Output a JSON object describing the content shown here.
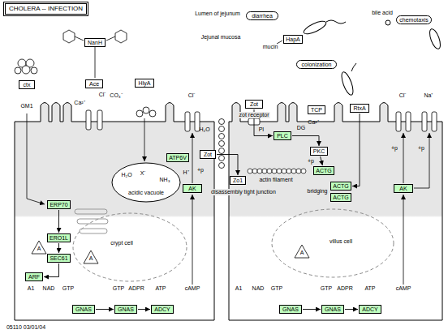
{
  "diagram": {
    "title": "CHOLERA -- INFECTION",
    "nodes": [
      {
        "text": [
          "NanH"
        ]
      },
      {
        "text": [
          "ctx"
        ]
      },
      {
        "text": [
          "Ace"
        ]
      },
      {
        "text": [
          "HlyA"
        ]
      },
      {
        "text": [
          "diarrhea"
        ]
      },
      {
        "text": [
          "HapA"
        ]
      },
      {
        "text": [
          "Zot"
        ]
      },
      {
        "text": [
          "colonization"
        ]
      },
      {
        "text": [
          "TCP"
        ]
      },
      {
        "text": [
          "RtxA"
        ]
      },
      {
        "text": [
          "chemotaxis"
        ]
      },
      {
        "text": [
          "AK"
        ]
      },
      {
        "text": [
          "ATP6V"
        ]
      },
      {
        "text": [
          "ERP70"
        ]
      },
      {
        "text": [
          "ERO1L"
        ]
      },
      {
        "text": [
          "SEC61"
        ]
      },
      {
        "text": [
          "ARF"
        ]
      },
      {
        "text": [
          "PLC"
        ]
      },
      {
        "text": [
          "PKC"
        ]
      },
      {
        "text": [
          "ACTG"
        ]
      },
      {
        "text": [
          "ACTG"
        ]
      },
      {
        "text": [
          "ACTG"
        ]
      },
      {
        "text": [
          "Zot"
        ]
      },
      {
        "text": [
          "Zo1"
        ]
      },
      {
        "text": [
          "AK"
        ]
      },
      {
        "text": [
          "GNAS"
        ]
      },
      {
        "text": [
          "GNAS"
        ]
      },
      {
        "text": [
          "ADCY"
        ]
      },
      {
        "text": [
          "GNAS"
        ]
      },
      {
        "text": [
          "GNAS"
        ]
      },
      {
        "text": [
          "ADCY"
        ]
      }
    ],
    "edges": [
      {
        "from": 25,
        "to": 26,
        "arrow": "to"
      },
      {
        "from": 26,
        "to": 27,
        "arrow": "to"
      },
      {
        "from": 28,
        "to": 29,
        "arrow": "to"
      },
      {
        "from": 29,
        "to": 30,
        "arrow": "to"
      },
      {
        "from": 14,
        "to": 15,
        "arrow": "to"
      },
      {
        "from": 15,
        "to": 16,
        "arrow": "to"
      },
      {
        "from": 6,
        "to": 17,
        "arrow": "to"
      },
      {
        "from": 17,
        "to": 18,
        "arrow": "to"
      },
      {
        "from": 18,
        "to": 19,
        "arrow": "to"
      },
      {
        "from": 9,
        "to": 20,
        "arrow": "to"
      },
      {
        "from": 22,
        "to": 23,
        "arrow": "to"
      },
      {
        "from": 13,
        "to": 14,
        "arrow": "to"
      }
    ],
    "labels": [
      "Lumen of jejunum",
      "Jejunal mucosa",
      "bile acid",
      "mucin",
      "GM1",
      "Ca²⁺",
      "Cl⁻",
      "CO₃⁻",
      "Cl⁻",
      "zot receptor",
      "PI",
      "DG",
      "Ca²⁺",
      "Cl⁻",
      "Na⁺",
      "+p",
      "+p",
      "+p",
      "+p",
      "actin filament",
      "disassembly tight junction",
      "bridging",
      "H₂O",
      "X⁻",
      "NH₃",
      "H⁺",
      "acidic vacuole",
      "crypt cell",
      "villus cell",
      "H₂O",
      "A1",
      "NAD",
      "GTP",
      "GTP",
      "ADPR",
      "ATP",
      "cAMP",
      "A1",
      "NAD",
      "GTP",
      "GTP",
      "ADPR",
      "ATP",
      "cAMP",
      "A",
      "A",
      "A",
      "05110 03/01/04"
    ]
  }
}
